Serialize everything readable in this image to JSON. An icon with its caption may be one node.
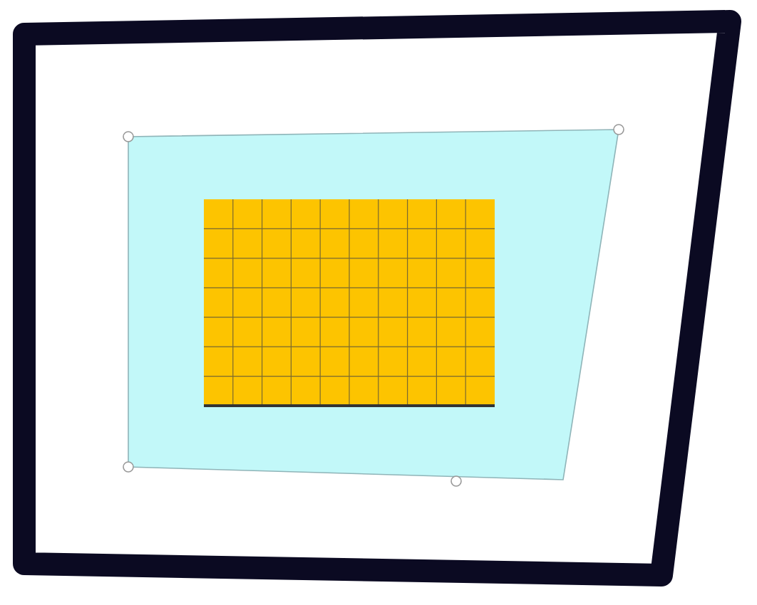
{
  "diagram": {
    "nodes": [
      {
        "text": [],
        "shape": "box"
      },
      {
        "text": [],
        "shape": "box",
        "in": 0
      },
      {
        "text": [],
        "shape": "box",
        "in": 1
      }
    ]
  }
}
